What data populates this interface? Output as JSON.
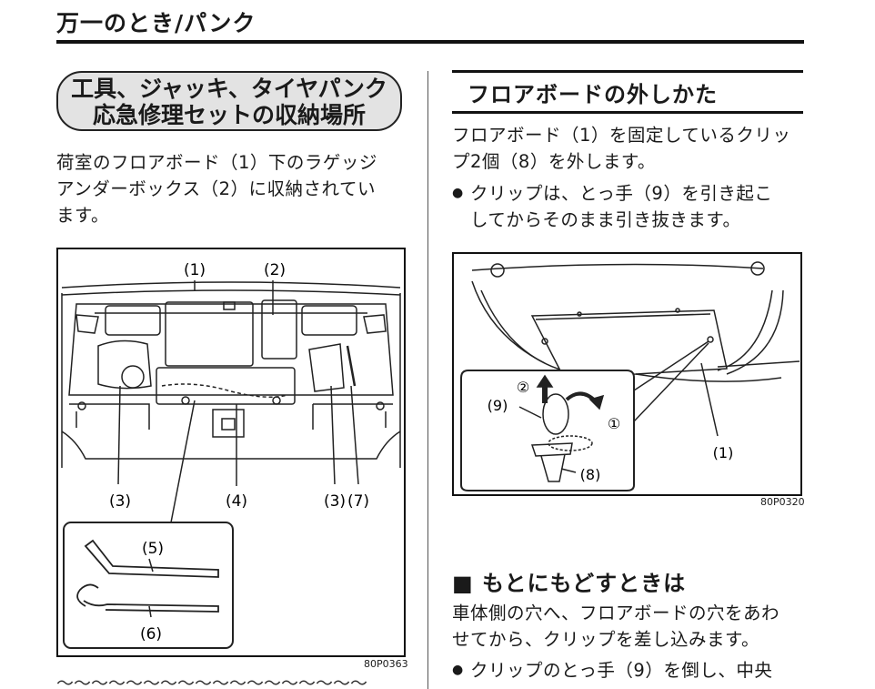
{
  "header": {
    "title": "万一のとき/パンク"
  },
  "left": {
    "heading_line1": "工具、ジャッキ、タイヤパンク",
    "heading_line2": "応急修理セットの収納場所",
    "paragraph_lines": [
      "荷室のフロアボード（1）下のラゲッジ",
      "アンダーボックス（2）に収納されてい",
      "ます。"
    ],
    "figure": {
      "code": "80P0363",
      "labels": {
        "l1": "(1)",
        "l2": "(2)",
        "l3a": "(3)",
        "l4": "(4)",
        "l3b": "(3)",
        "l7": "(7)",
        "l5": "(5)",
        "l6": "(6)"
      }
    },
    "cut_off_text": "〜〜〜〜〜〜〜〜〜〜〜〜〜〜〜〜〜〜"
  },
  "right": {
    "heading": "フロアボードの外しかた",
    "paragraph_lines": [
      "フロアボード（1）を固定しているクリッ",
      "プ2個（8）を外します。"
    ],
    "bullet_lines": [
      "クリップは、とっ手（9）を引き起こ",
      "してからそのまま引き抜きます。"
    ],
    "figure": {
      "code": "80P0320",
      "labels": {
        "step2": "②",
        "step1": "①",
        "l9": "(9)",
        "l8": "(8)",
        "l1": "(1)"
      }
    },
    "section_heading": "■ もとにもどすときは",
    "section_paragraph_lines": [
      "車体側の穴へ、フロアボードの穴をあわ",
      "せてから、クリップを差し込みます。"
    ],
    "section_bullet_line": "クリップのとっ手（9）を倒し、中央"
  },
  "bullet_symbol": "●"
}
